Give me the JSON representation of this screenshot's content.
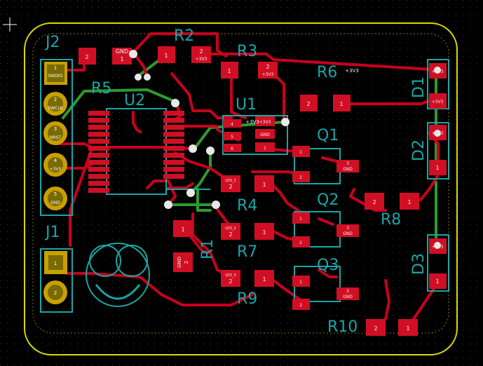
{
  "colors": {
    "background": "#000000",
    "grid": "#3a3a3a",
    "board_outline": "#d9d900",
    "copper_top": "#c8001e",
    "copper_bottom": "#2e9a2e",
    "silkscreen": "#1aa6a6",
    "pad": "#d10f24",
    "pad_text": "#f0f0f0",
    "via": "#e8e8e8",
    "through_hole": "#c8a000",
    "cursor": "#ffffff"
  },
  "designators": {
    "j2": "J2",
    "r2": "R2",
    "r3": "R3",
    "r5": "R5",
    "u2": "U2",
    "r6": "R6",
    "u1": "U1",
    "d1": "D1",
    "q1": "Q1",
    "d2": "D2",
    "q2": "Q2",
    "r8": "R8",
    "r4": "R4",
    "r7": "R7",
    "r1": "R1",
    "j1": "J1",
    "q3": "Q3",
    "d3": "D3",
    "r9": "R9",
    "r10": "R10"
  },
  "j2_pins": [
    {
      "num": "1",
      "net": "SWDIO"
    },
    {
      "num": "2",
      "net": "SWCLK"
    },
    {
      "num": "3",
      "net": "NRST"
    },
    {
      "num": "4",
      "net": "+3V3"
    },
    {
      "num": "5",
      "net": "GND"
    }
  ],
  "j1_pins": [
    {
      "num": "1",
      "net": ""
    },
    {
      "num": "2",
      "net": ""
    }
  ],
  "pads": {
    "r5_2": {
      "num": "2",
      "net": ""
    },
    "r5_1": {
      "num": "1",
      "net": "GND"
    },
    "r2_1": {
      "num": "1",
      "net": ""
    },
    "r2_2": {
      "num": "2",
      "net": "+3V3"
    },
    "r3_1": {
      "num": "1",
      "net": ""
    },
    "r3_2": {
      "num": "2",
      "net": "+3V3"
    },
    "r6_net": "+3V3",
    "r6_2": {
      "num": "2",
      "net": ""
    },
    "r6_1": {
      "num": "1",
      "net": ""
    },
    "d1_2": {
      "num": "2",
      "net": "+3V3"
    },
    "d1_1": {
      "num": "1",
      "net": "+3V3"
    },
    "d2_2": {
      "num": "2",
      "net": "+3V3"
    },
    "d2_1": {
      "num": "1",
      "net": ""
    },
    "d3_2": {
      "num": "2",
      "net": "+3V3"
    },
    "d3_1": {
      "num": "1",
      "net": ""
    },
    "u1_4": {
      "num": "4",
      "net": ""
    },
    "u1_5": {
      "num": "5",
      "net": ""
    },
    "u1_6": {
      "num": "6",
      "net": ""
    },
    "u1_3": {
      "num": "3",
      "net": "+3V3"
    },
    "u1_2": {
      "num": "2",
      "net": "GND"
    },
    "u1_1": {
      "num": "1",
      "net": ""
    },
    "u1_net": "+3V3",
    "q1_1": {
      "num": "1",
      "net": ""
    },
    "q1_2": {
      "num": "2",
      "net": ""
    },
    "q1_3": {
      "num": "3",
      "net": "GND"
    },
    "q2_1": {
      "num": "1",
      "net": ""
    },
    "q2_2": {
      "num": "2",
      "net": ""
    },
    "q2_3": {
      "num": "3",
      "net": "GND"
    },
    "q3_1": {
      "num": "1",
      "net": ""
    },
    "q3_2": {
      "num": "2",
      "net": ""
    },
    "q3_3": {
      "num": "3",
      "net": "GND"
    },
    "r4_2": {
      "num": "2",
      "net": "LED_1"
    },
    "r4_1": {
      "num": "1",
      "net": ""
    },
    "r7_2": {
      "num": "2",
      "net": "LED_2"
    },
    "r7_1": {
      "num": "1",
      "net": ""
    },
    "r9_2": {
      "num": "2",
      "net": "LED_3"
    },
    "r9_1": {
      "num": "1",
      "net": ""
    },
    "r8_2": {
      "num": "2",
      "net": ""
    },
    "r8_1": {
      "num": "1",
      "net": ""
    },
    "r10_2": {
      "num": "2",
      "net": ""
    },
    "r10_1": {
      "num": "1",
      "net": ""
    },
    "r1_1": {
      "num": "1",
      "net": ""
    },
    "r1_2": {
      "num": "2",
      "net": "GND"
    }
  }
}
